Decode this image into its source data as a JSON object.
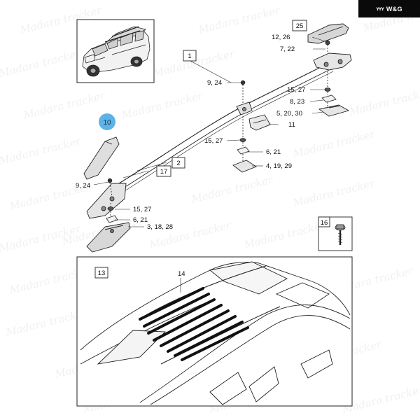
{
  "brand": {
    "mark": "ʏʏʏ",
    "text": "W&G"
  },
  "watermark": "Madara tracker",
  "callout": {
    "label": "10",
    "color": "#5db3e6"
  },
  "boxes": {
    "b1": "1",
    "b2": "2",
    "b13": "13",
    "b16": "16",
    "b17": "17",
    "b25": "25"
  },
  "labels": {
    "l12_26": "12, 26",
    "l7_22": "7,  22",
    "l9_24_top": "9, 24",
    "l15_27_top": "15, 27",
    "l8_23": "8, 23",
    "l5_20_30": "5, 20, 30",
    "l11": "11",
    "l15_27_mid": "15, 27",
    "l6_21_mid": "6, 21",
    "l4_19_29": "4, 19, 29",
    "l9_24_left": "9, 24",
    "l15_27_low": "15, 27",
    "l6_21_low": "6, 21",
    "l3_18_28": "3, 18, 28",
    "l14": "14"
  }
}
